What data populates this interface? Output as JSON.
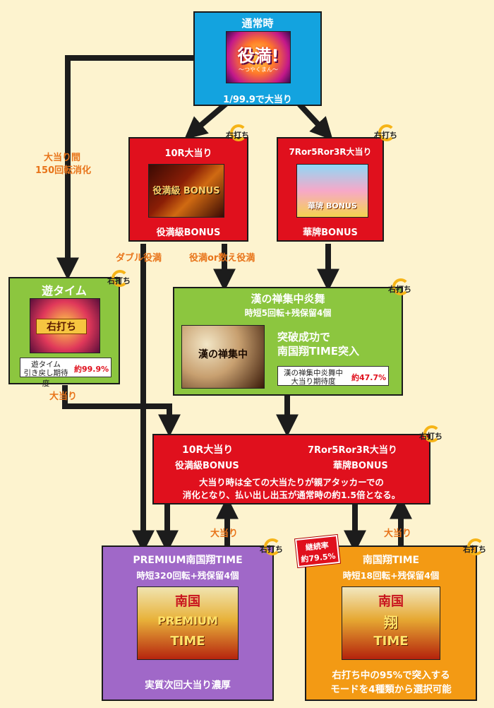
{
  "colors": {
    "background": "#fdf3cf",
    "blue": "#13a3df",
    "red": "#e0101d",
    "green": "#8cc63f",
    "purple": "#a068c8",
    "orange": "#f39a14",
    "arrow": "#1c1c1c",
    "label": "#e8741a"
  },
  "normal": {
    "title": "通常時",
    "logo_text": "役満!",
    "logo_sub": "～つやくまん～",
    "prob": "1/99.9で大当り"
  },
  "big10r": {
    "title": "10R大当り",
    "banner": "役満級 BONUS",
    "caption": "役満級BONUS",
    "migi": "右打ち"
  },
  "big7r": {
    "title": "7Ror5Ror3R大当り",
    "banner": "華牌 BONUS",
    "caption": "華牌BONUS",
    "migi": "右打ち"
  },
  "asobi": {
    "title": "遊タイム",
    "banner": "右打ち",
    "info_label_1": "遊タイム",
    "info_label_2": "引き戻し期待度",
    "info_value": "約99.9%",
    "migi": "右打ち"
  },
  "kan": {
    "title": "漢の禅集中炎舞",
    "sub": "時短5回転+残保留4個",
    "banner": "漢の禅集中",
    "msg1": "突破成功で",
    "msg2": "南国翔TIME突入",
    "info_label_1": "漢の禅集中炎舞中",
    "info_label_2": "大当り期待度",
    "info_value": "約47.7%",
    "migi": "右打ち"
  },
  "rush": {
    "left_title": "10R大当り",
    "left_sub": "役満級BONUS",
    "right_title": "7Ror5Ror3R大当り",
    "right_sub": "華牌BONUS",
    "note1": "大当り時は全ての大当たりが親アタッカーでの",
    "note2": "消化となり、払い出し出玉が通常時の約1.5倍となる。",
    "migi": "右打ち"
  },
  "premium": {
    "title": "PREMIUM南国翔TIME",
    "sub": "時短320回転+残保留4個",
    "banner1": "南国",
    "banner2": "PREMIUM",
    "banner3": "TIME",
    "footer": "実質次回大当り濃厚",
    "migi": "右打ち"
  },
  "nangoku": {
    "title": "南国翔TIME",
    "sub": "時短18回転+残保留4個",
    "banner1": "南国",
    "banner2": "翔",
    "banner3": "TIME",
    "footer1": "右打ち中の95%で突入する",
    "footer2": "モードを4種類から選択可能",
    "badge1": "継続率",
    "badge2": "約79.5%",
    "migi": "右打ち"
  },
  "labels": {
    "gap1": "大当り間",
    "gap2": "150回転消化",
    "double": "ダブル役満",
    "yakuman": "役満or数え役満",
    "atari_left": "大当り",
    "atari_mid": "大当り",
    "atari_right": "大当り"
  }
}
